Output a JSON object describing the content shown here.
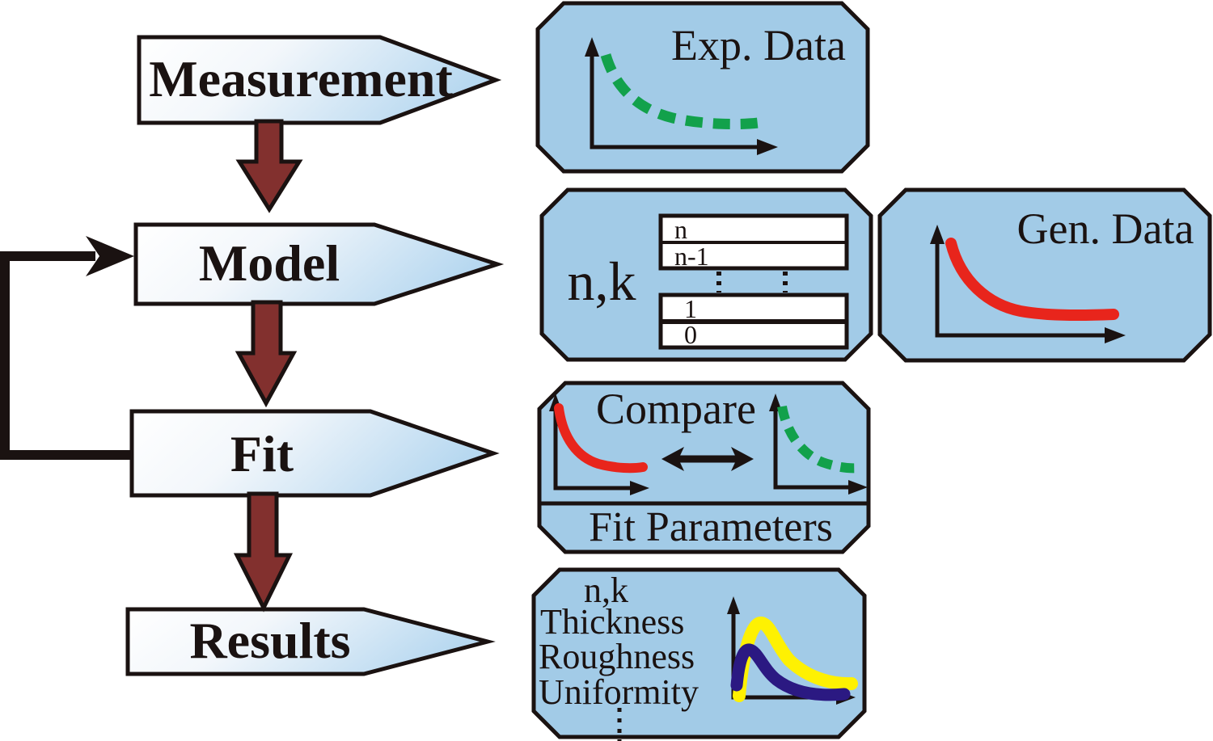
{
  "colors": {
    "panel_blue": "#a2cbe7",
    "ink_black": "#1a1211",
    "arrow_maroon": "#82302e",
    "curve_green": "#12a14b",
    "curve_red": "#e8251c",
    "curve_yellow": "#fef102",
    "curve_navy": "#2b1982",
    "step_gradient_end": "#b7d8f0"
  },
  "flow_steps": [
    {
      "label": "Measurement"
    },
    {
      "label": "Model"
    },
    {
      "label": "Fit"
    },
    {
      "label": "Results"
    }
  ],
  "panels": {
    "exp_data": {
      "title": "Exp. Data"
    },
    "model": {
      "nk_label": "n,k",
      "layers": [
        "n",
        "n-1",
        "1",
        "0"
      ]
    },
    "gen_data": {
      "title": "Gen. Data"
    },
    "compare": {
      "title": "Compare",
      "footer": "Fit Parameters"
    },
    "results": {
      "items": [
        "n,k",
        "Thickness",
        "Roughness",
        "Uniformity"
      ]
    }
  }
}
